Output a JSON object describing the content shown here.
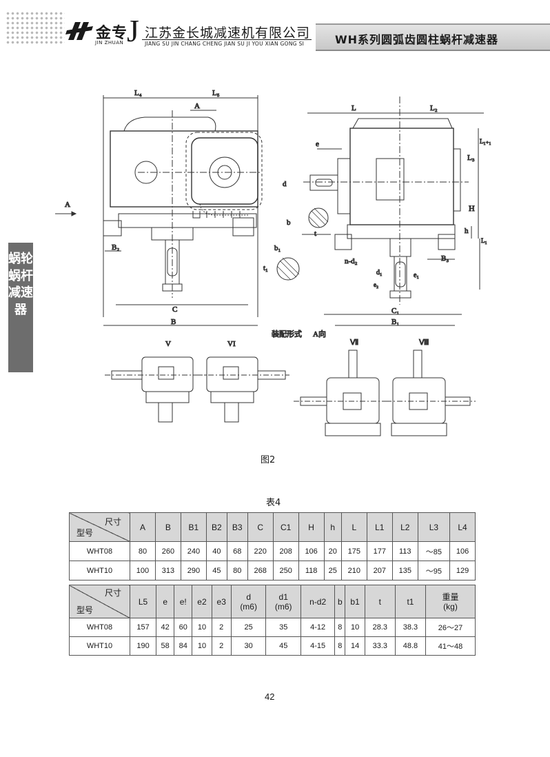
{
  "header": {
    "brand_cn": "金专",
    "brand_en": "JIN ZHUAN",
    "brand_j": "J",
    "company_cn": "江苏金长城减速机有限公司",
    "company_en": "JIANG SU JIN CHANG CHENG JIAN SU JI YOU XIAN GONG SI",
    "series_title": "WH系列圆弧齿圆柱蜗杆减速器"
  },
  "side_tab": {
    "text": "蜗轮蜗杆减速器"
  },
  "figure": {
    "caption": "图2",
    "assembly_label": "装配形式",
    "a_direction": "A向",
    "a_arrow": "A",
    "views": [
      "V",
      "VI",
      "Ⅶ",
      "Ⅷ"
    ],
    "dims": {
      "L4": "L₄",
      "L5": "L₅",
      "A": "A",
      "B2": "B₂",
      "C": "C",
      "B": "B",
      "L": "L",
      "L2": "L₂",
      "L3": "L₃",
      "L1": "L₁₊₁",
      "H": "H",
      "h": "h",
      "e": "e",
      "d": "d",
      "b": "b",
      "t": "t",
      "b1": "b₁",
      "t1": "t₁",
      "nd2": "n-d₂",
      "d1": "d₁",
      "e1": "e₁",
      "e2": "e₂",
      "B3": "B₃",
      "C1": "C₁",
      "B1": "B₁",
      "L1b": "L₁"
    }
  },
  "table_caption": "表4",
  "table1": {
    "diag_top": "尺寸",
    "diag_bottom": "型号",
    "columns": [
      "A",
      "B",
      "B1",
      "B2",
      "B3",
      "C",
      "C1",
      "H",
      "h",
      "L",
      "L1",
      "L2",
      "L3",
      "L4"
    ],
    "rows": [
      {
        "model": "WHT08",
        "values": [
          "80",
          "260",
          "240",
          "40",
          "68",
          "220",
          "208",
          "106",
          "20",
          "175",
          "177",
          "113",
          "～85",
          "106"
        ]
      },
      {
        "model": "WHT10",
        "values": [
          "100",
          "313",
          "290",
          "45",
          "80",
          "268",
          "250",
          "118",
          "25",
          "210",
          "207",
          "135",
          "～95",
          "129"
        ]
      }
    ]
  },
  "table2": {
    "diag_top": "尺寸",
    "diag_bottom": "型号",
    "columns": [
      "L5",
      "e",
      "e!",
      "e2",
      "e3",
      "d\n(m6)",
      "d1\n(m6)",
      "n-d2",
      "b",
      "b1",
      "t",
      "t1",
      "重量\n(kg)"
    ],
    "rows": [
      {
        "model": "WHT08",
        "values": [
          "157",
          "42",
          "60",
          "10",
          "2",
          "25",
          "35",
          "4-12",
          "8",
          "10",
          "28.3",
          "38.3",
          "26～27"
        ]
      },
      {
        "model": "WHT10",
        "values": [
          "190",
          "58",
          "84",
          "10",
          "2",
          "30",
          "45",
          "4-15",
          "8",
          "14",
          "33.3",
          "48.8",
          "41～48"
        ]
      }
    ]
  },
  "page_number": "42"
}
